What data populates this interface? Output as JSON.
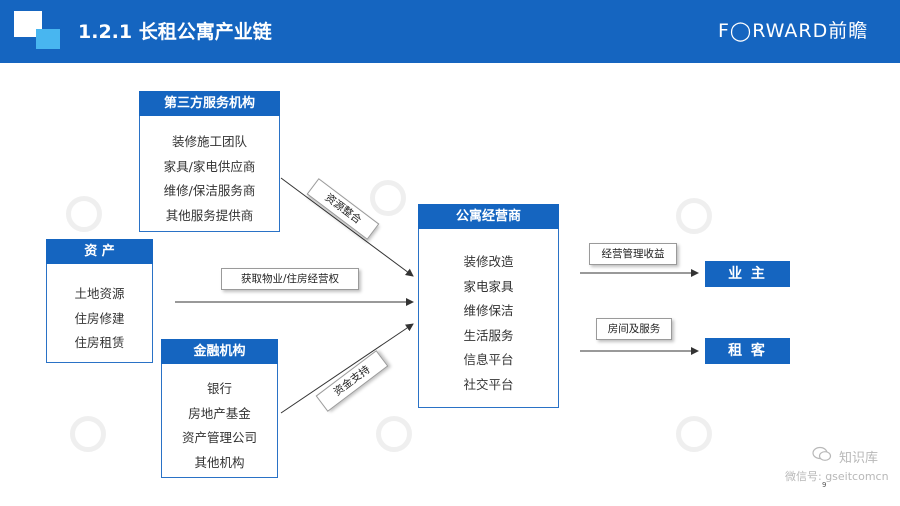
{
  "header": {
    "title": "1.2.1 长租公寓产业链",
    "brand": "F◯RWARD前瞻",
    "color": "#1565c0"
  },
  "boxes": {
    "third_party": {
      "title": "第三方服务机构",
      "items": [
        "装修施工团队",
        "家具/家电供应商",
        "维修/保洁服务商",
        "其他服务提供商"
      ]
    },
    "assets": {
      "title": "资 产",
      "items": [
        "土地资源",
        "住房修建",
        "住房租赁"
      ]
    },
    "finance": {
      "title": "金融机构",
      "items": [
        "银行",
        "房地产基金",
        "资产管理公司",
        "其他机构"
      ]
    },
    "operator": {
      "title": "公寓经营商",
      "items": [
        "装修改造",
        "家电家具",
        "维修保洁",
        "生活服务",
        "信息平台",
        "社交平台"
      ]
    }
  },
  "flows": {
    "resource_integration": "资源整合",
    "acquire_property": "获取物业/住房经营权",
    "capital_support": "资金支持",
    "operating_income": "经营管理收益",
    "housing_service": "房间及服务"
  },
  "targets": {
    "owner": "业 主",
    "tenant": "租 客"
  },
  "footer": {
    "wechat_icon": "wechat-icon",
    "account_name": "知识库",
    "account_id": "微信号: gseitcomcn",
    "page_number": "9"
  }
}
